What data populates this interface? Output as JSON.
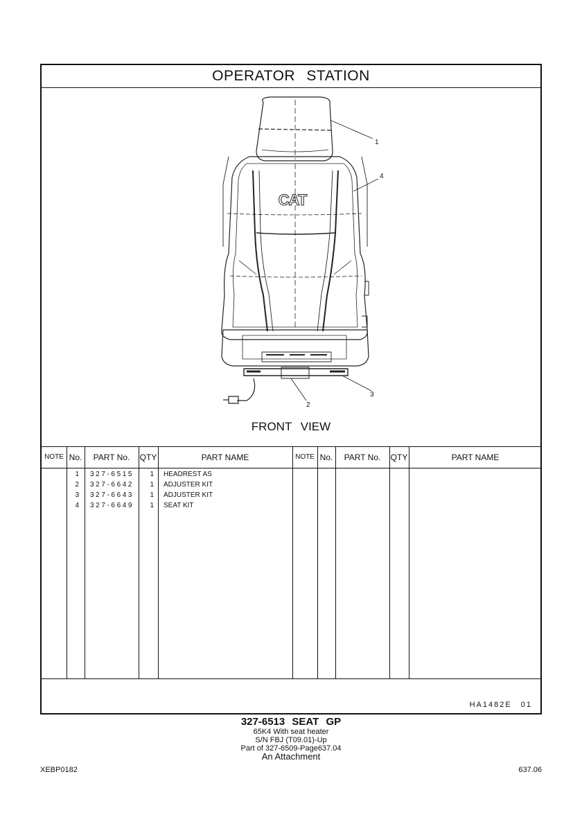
{
  "sheet": {
    "title": "OPERATOR   STATION",
    "view_label": "FRONT  VIEW",
    "logo_text": "CAT",
    "callouts": [
      "1",
      "2",
      "3",
      "4"
    ],
    "ref_code": "HA1482E   01"
  },
  "table": {
    "headers": {
      "note": "NOTE",
      "no": "No.",
      "part_no": "PART No.",
      "qty": "QTY",
      "part_name": "PART NAME"
    },
    "rows": [
      {
        "no": "1",
        "part_no": "327-6515",
        "qty": "1",
        "name": "HEADREST AS"
      },
      {
        "no": "2",
        "part_no": "327-6642",
        "qty": "1",
        "name": "ADJUSTER KIT"
      },
      {
        "no": "3",
        "part_no": "327-6643",
        "qty": "1",
        "name": "ADJUSTER KIT"
      },
      {
        "no": "4",
        "part_no": "327-6649",
        "qty": "1",
        "name": "SEAT  KIT"
      }
    ]
  },
  "caption": {
    "main": "327-6513  SEAT  GP",
    "line1": "65K4 With seat heater",
    "line2": "S/N FBJ (T09.01)-Up",
    "line3": "Part of 327-6509-Page637.04",
    "line4": "An Attachment"
  },
  "page": {
    "id": "XEBP0182",
    "number": "637.06"
  }
}
